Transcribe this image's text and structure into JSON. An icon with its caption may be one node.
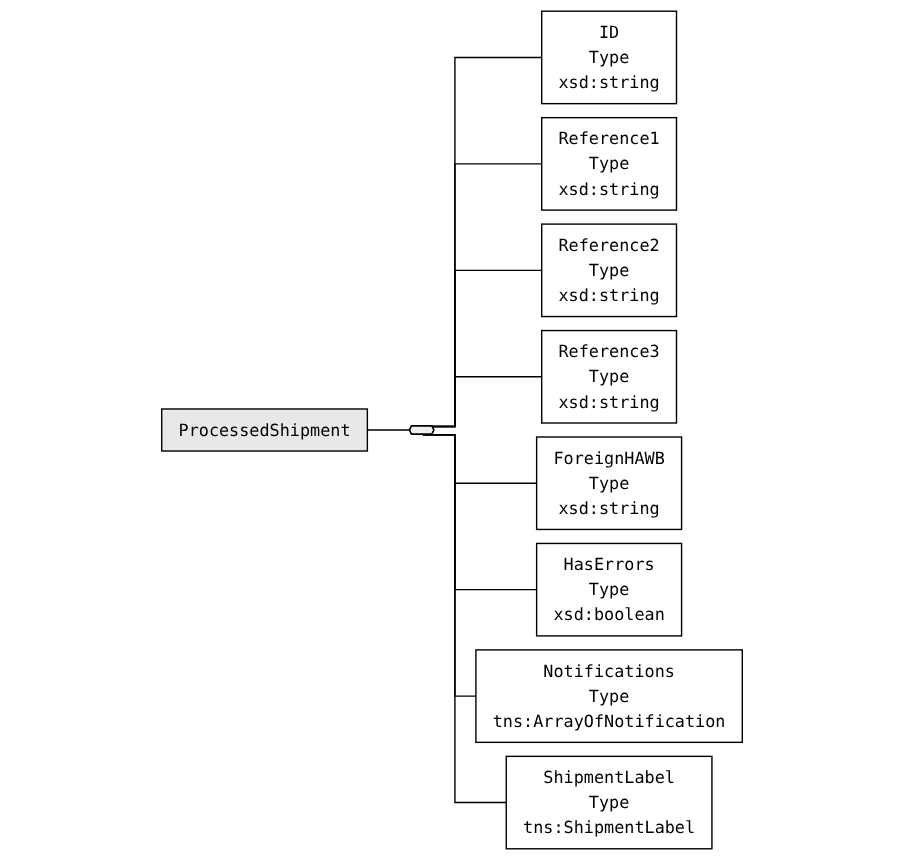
{
  "diagram": {
    "nodes": [
      {
        "text": [
          "ProcessedShipment"
        ]
      },
      {
        "text": [],
        "shape": "octagon"
      },
      {
        "text": [
          "ID",
          "Type",
          "xsd:string"
        ]
      },
      {
        "text": [
          "Reference1",
          "Type",
          "xsd:string"
        ]
      },
      {
        "text": [
          "Reference2",
          "Type",
          "xsd:string"
        ]
      },
      {
        "text": [
          "Reference3",
          "Type",
          "xsd:string"
        ]
      },
      {
        "text": [
          "ForeignHAWB",
          "Type",
          "xsd:string"
        ]
      },
      {
        "text": [
          "HasErrors",
          "Type",
          "xsd:boolean"
        ]
      },
      {
        "text": [
          "Notifications",
          "Type",
          "tns:ArrayOfNotification"
        ]
      },
      {
        "text": [
          "ShipmentLabel",
          "Type",
          "tns:ShipmentLabel"
        ]
      }
    ],
    "edges": [
      {
        "from": 0,
        "to": 1,
        "arrow": "none"
      },
      {
        "from": 1,
        "to": 2,
        "arrow": "none"
      },
      {
        "from": 1,
        "to": 3,
        "arrow": "none"
      },
      {
        "from": 1,
        "to": 4,
        "arrow": "none"
      },
      {
        "from": 1,
        "to": 5,
        "arrow": "none"
      },
      {
        "from": 1,
        "to": 6,
        "arrow": "none"
      },
      {
        "from": 1,
        "to": 7,
        "arrow": "none"
      },
      {
        "from": 1,
        "to": 8,
        "arrow": "none"
      },
      {
        "from": 1,
        "to": 9,
        "arrow": "none"
      }
    ]
  }
}
